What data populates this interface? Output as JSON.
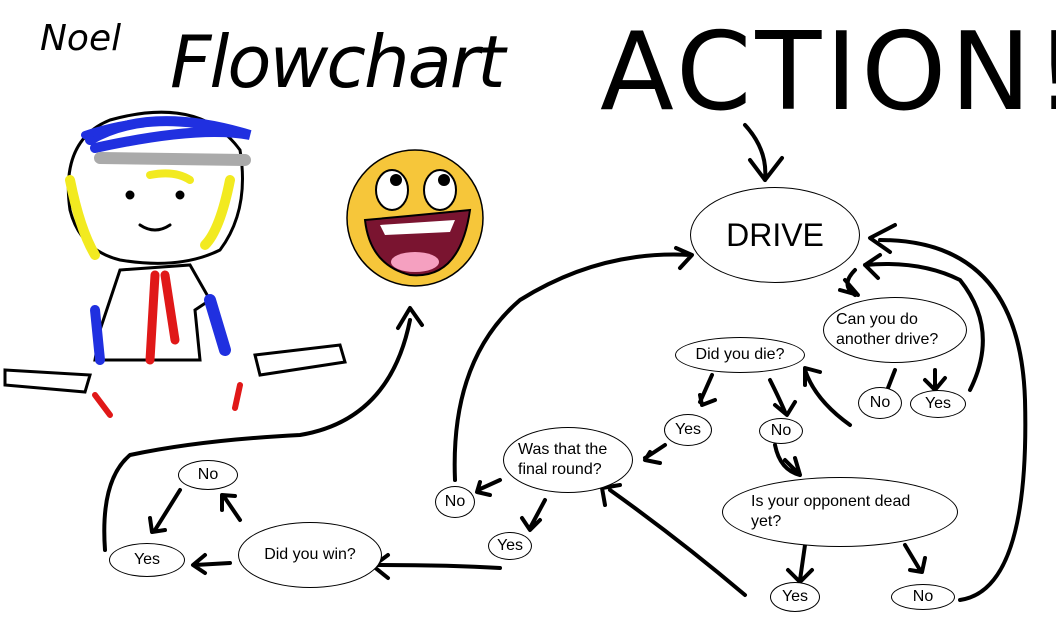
{
  "title": {
    "name": "Noel",
    "flowchart": "Flowchart",
    "action": "ACTION!"
  },
  "nodes": {
    "drive": "DRIVE",
    "another_drive": "Can you do another drive?",
    "did_you_die": "Did you die?",
    "another_drive_no": "No",
    "another_drive_yes": "Yes",
    "die_yes": "Yes",
    "die_no": "No",
    "final_round": "Was that the final round?",
    "final_round_no": "No",
    "final_round_yes": "Yes",
    "opponent_dead": "Is your opponent dead yet?",
    "opponent_yes": "Yes",
    "opponent_no": "No",
    "did_you_win": "Did you win?",
    "win_no": "No",
    "win_yes": "Yes"
  },
  "colors": {
    "smiley": "#f6c63a",
    "mouth": "#7a1430",
    "tongue": "#f5a0c0",
    "hair": "#f2ea20",
    "hat": "#2030e0",
    "tie": "#e01818"
  }
}
